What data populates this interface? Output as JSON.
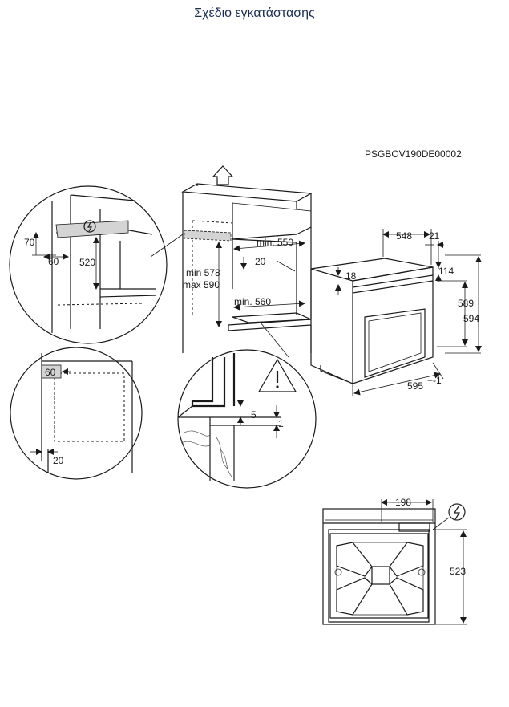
{
  "title": "Σχέδιο εγκατάστασης",
  "drawing_code": "PSGBOV190DE00002",
  "icons": [
    "power-plug-icon",
    "warning-triangle-icon",
    "airflow-up-arrow-icon"
  ],
  "dimensions": {
    "top_left_detail": {
      "d70": "70",
      "d60": "60",
      "d520": "520"
    },
    "bottom_left_detail": {
      "d60": "60",
      "d20": "20"
    },
    "niche": {
      "min550": "min. 550",
      "d20": "20",
      "min578": "min 578",
      "max590": "max 590",
      "min560": "min. 560"
    },
    "gap_detail": {
      "d5": "5",
      "d1": "1"
    },
    "oven": {
      "d548": "548",
      "d21": "21",
      "d114": "114",
      "d18": "18",
      "d589": "589",
      "d594": "594",
      "d595": "595",
      "tol": "+-1"
    },
    "back_view": {
      "d198": "198",
      "d523": "523"
    }
  }
}
